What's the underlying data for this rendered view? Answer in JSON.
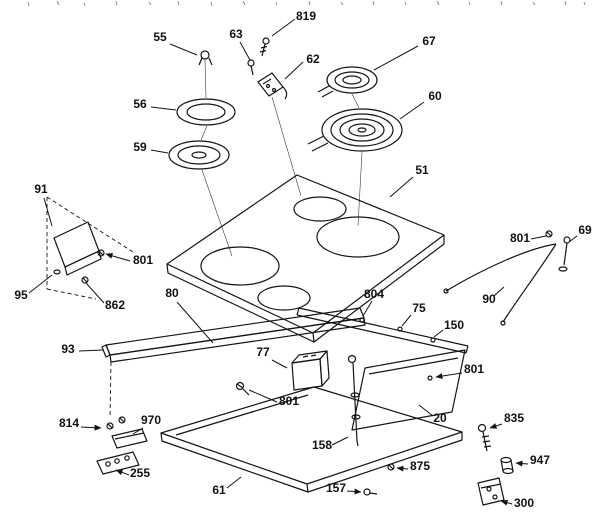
{
  "diagram": {
    "kind": "exploded-parts-diagram",
    "colors": {
      "background": "#ffffff",
      "ink": "#141414"
    },
    "parts": [
      {
        "label": "819"
      },
      {
        "label": "55"
      },
      {
        "label": "63"
      },
      {
        "label": "62"
      },
      {
        "label": "67"
      },
      {
        "label": "60"
      },
      {
        "label": "56"
      },
      {
        "label": "59"
      },
      {
        "label": "51"
      },
      {
        "label": "91"
      },
      {
        "label": "801"
      },
      {
        "label": "95"
      },
      {
        "label": "862"
      },
      {
        "label": "801"
      },
      {
        "label": "69"
      },
      {
        "label": "90"
      },
      {
        "label": "80"
      },
      {
        "label": "93"
      },
      {
        "label": "77"
      },
      {
        "label": "804"
      },
      {
        "label": "75"
      },
      {
        "label": "150"
      },
      {
        "label": "801"
      },
      {
        "label": "20"
      },
      {
        "label": "801"
      },
      {
        "label": "814"
      },
      {
        "label": "970"
      },
      {
        "label": "255"
      },
      {
        "label": "158"
      },
      {
        "label": "835"
      },
      {
        "label": "947"
      },
      {
        "label": "61"
      },
      {
        "label": "157"
      },
      {
        "label": "875"
      },
      {
        "label": "300"
      }
    ]
  }
}
